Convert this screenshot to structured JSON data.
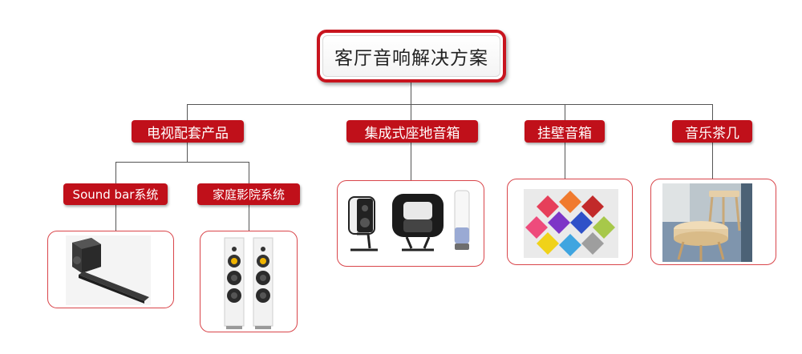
{
  "root": {
    "title": "客厅音响解决方案"
  },
  "branches": [
    {
      "label": "电视配套产品"
    },
    {
      "label": "集成式座地音箱"
    },
    {
      "label": "挂壁音箱"
    },
    {
      "label": "音乐茶几"
    }
  ],
  "sub_branches": [
    {
      "label": "Sound bar系统"
    },
    {
      "label": "家庭影院系统"
    }
  ],
  "colors": {
    "accent": "#c0101a",
    "connector": "#555555",
    "frame": "#d9454a"
  },
  "images": [
    {
      "icon": "soundbar-subwoofer-image"
    },
    {
      "icon": "floor-standing-speakers-image"
    },
    {
      "icon": "integrated-speakers-image"
    },
    {
      "icon": "colorful-wall-panels-image"
    },
    {
      "icon": "music-coffee-table-image"
    }
  ]
}
